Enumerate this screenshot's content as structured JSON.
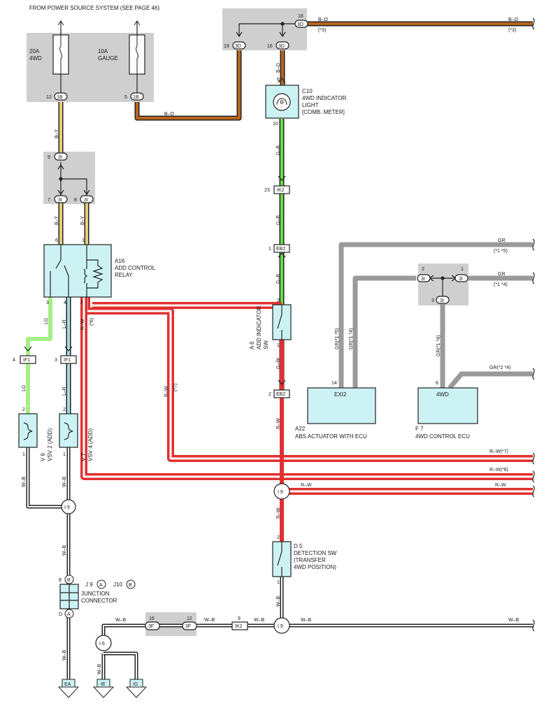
{
  "header": {
    "source_note": "FROM POWER SOURCE SYSTEM (SEE PAGE 46)"
  },
  "fuses": {
    "fuse_4wd": {
      "rating": "20A",
      "name": "4WD",
      "pin": "12",
      "connector": "1B"
    },
    "fuse_gauge": {
      "rating": "10A",
      "name": "GAUGE",
      "pin": "5",
      "connector": "1B"
    }
  },
  "junction_3d": {
    "pin_in": "18",
    "conn_in": "3D",
    "pin_left": "19",
    "conn_left": "3D",
    "pin_right": "16",
    "conn_right": "3D"
  },
  "junction_3i_top": {
    "pin_in": "9",
    "conn": "3I",
    "pin_a": "7",
    "pin_b": "8"
  },
  "junction_3i_right": {
    "pin_a": "2",
    "pin_b": "1",
    "pin_c": "3",
    "conn": "3I"
  },
  "components": {
    "c10": {
      "id": "C10",
      "line1": "4WD INDICATOR",
      "line2": "LIGHT",
      "line3": "[COMB. METER]",
      "pin_top": "6",
      "pin_bottom": "10"
    },
    "a16": {
      "id": "A16",
      "line1": "ADD CONTROL",
      "line2": "RELAY",
      "pin_6": "6",
      "pin_1": "1",
      "pin_3": "3",
      "pin_4": "4",
      "pin_2": "2"
    },
    "a6": {
      "id": "A 6",
      "line1": "ADD INDICATOR",
      "line2": "SW",
      "pin_top": "2",
      "pin_bottom": "1"
    },
    "v6": {
      "id": "V 6",
      "line1": "VSV 2 (ADD)",
      "pin_top": "2",
      "pin_bottom": "1"
    },
    "v7": {
      "id": "V 7",
      "line1": "VSV 4 (ADD)",
      "pin_top": "2",
      "pin_bottom": "1"
    },
    "a22": {
      "label": "EXI2",
      "id": "A22",
      "line1": "ABS ACTUATOR WITH ECU",
      "pin": "14"
    },
    "f7": {
      "label": "4WD",
      "id": "F 7",
      "line1": "4WD CONTROL ECU",
      "pin": "8"
    },
    "d5": {
      "id": "D 5",
      "line1": "DETECTION SW",
      "line2": "(TRANSFER",
      "line3": "4WD POSITION)",
      "pin_top": "2",
      "pin_bottom": "1"
    },
    "junction_connector": {
      "line1": "JUNCTION",
      "line2": "CONNECTOR",
      "j9": "J 9",
      "j9_letter": "A",
      "j10": "J10",
      "j10_letter": "B",
      "pin_e": "E",
      "pin_e_letter": "B",
      "pin_d": "D",
      "pin_d_letter": "A"
    }
  },
  "connectors": {
    "ik2_top": {
      "pin": "23",
      "label": "IK2"
    },
    "eb2_top": {
      "pin": "1",
      "label": "EB2"
    },
    "eb2_bottom": {
      "pin": "2",
      "label": "EB2"
    },
    "if1_left": {
      "pin": "4",
      "label": "IF1"
    },
    "if1_right": {
      "pin": "3",
      "label": "IF1"
    },
    "ik2_bottom": {
      "pin": "9",
      "label": "IK2"
    },
    "j3f_left": {
      "pin": "16",
      "label": "3F"
    },
    "j3f_right": {
      "pin": "12",
      "label": "3F"
    }
  },
  "splices": {
    "i9_left": "I 9",
    "i9_mid": "I 9",
    "i9_bottom": "I 9",
    "i6": "I 6"
  },
  "grounds": {
    "ea": "EA",
    "ie": "IE",
    "ig": "IG"
  },
  "wires": {
    "bo_top_left": "B–O",
    "bo_top_right": "B–O",
    "bo_note_left": "(*3)",
    "bo_note_right": "(*3)",
    "bo_vertical": "B–O",
    "bo_mid": "B–O",
    "by_1": "B–Y",
    "by_2": "B–Y",
    "by_3": "B–Y",
    "gb_1": "G–B",
    "gb_2": "G–B",
    "gb_3": "G–B",
    "gw": "G–W",
    "lg_1": "LG",
    "lg_2": "LG",
    "lr_1": "L–R",
    "lr_2": "L–R",
    "rw_6": "R–W",
    "rw_6_note": "(*6)",
    "rw_7": "R–W",
    "rw_7_note": "(*7)",
    "rw_vertical_1": "R–W",
    "rw_vertical_2": "R–W",
    "rw_right_7": "R–W(*7)",
    "rw_right_6": "R–W(*6)",
    "rw_right_mid": "R–W",
    "rw_right": "R–W",
    "gr_top": "GR",
    "gr_top_note": "(*1 *5)",
    "gr_2": "GR",
    "gr_2_note": "(*1 *4)",
    "gr_v1": "GR(*1 *5)",
    "gr_v2": "GR(*1 *4)",
    "gr_v3": "GR(*1 *4)",
    "gr_2_4": "GR(*2 *4)",
    "wb_1": "W–B",
    "wb_2": "W–B",
    "wb_3": "W–B",
    "wb_4": "W–B",
    "wb_5": "W–B",
    "wb_6": "W–B",
    "wb_7": "W–B",
    "wb_8": "W–B",
    "wb_9": "W–B",
    "wb_10": "W–B",
    "wb_11": "W–B"
  },
  "colors": {
    "brown_orange": "#b8651e",
    "yellow": "#e9cf7a",
    "green": "#66dd44",
    "light_green": "#a6ee88",
    "light_blue": "#a8dde6",
    "red": "#e23030",
    "grey": "#9a9a9a",
    "black": "#222222",
    "shade": "#cfcfcf",
    "component_fill": "#ccf2f4"
  }
}
